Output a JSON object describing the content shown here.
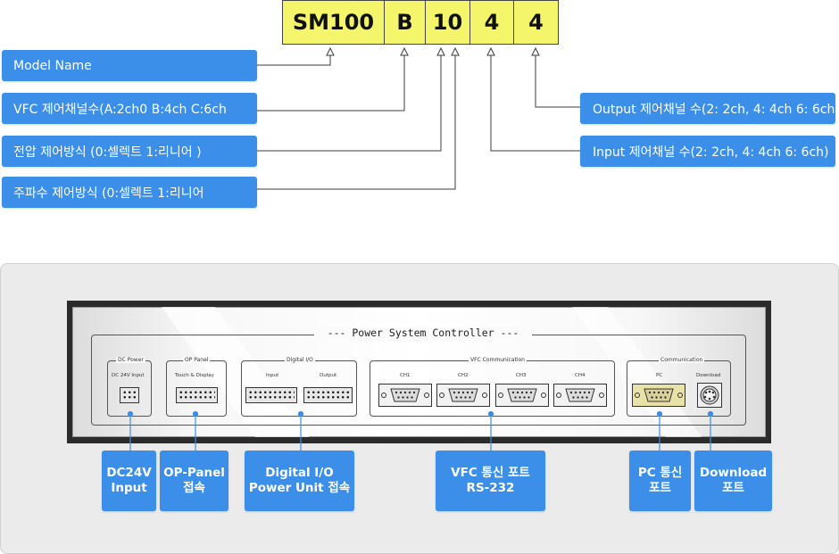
{
  "model_code": {
    "segments": [
      "SM100",
      "B",
      "10",
      "4",
      "4"
    ]
  },
  "left_labels": [
    "Model Name",
    "VFC 제어채널수(A:2ch0 B:4ch C:6ch",
    "전압 제어방식 (0:셀렉트 1:리니어 )",
    "주파수 제어방식 (0:셀렉트 1:리니어"
  ],
  "right_labels": [
    "Output 제어채널 수(2: 2ch, 4: 4ch 6: 6ch)",
    "Input 제어채널 수(2: 2ch, 4: 4ch 6: 6ch)"
  ],
  "device": {
    "title": "--- Power System Controller ---",
    "groups": {
      "dc_power": {
        "title": "DC Power",
        "sub": "DC 24V Input"
      },
      "op_panel": {
        "title": "OP Panel",
        "sub": "Touch & Display"
      },
      "digital_io": {
        "title": "Digital I/O",
        "input": "Input",
        "output": "Output"
      },
      "vfc": {
        "title": "VFC Communication",
        "channels": [
          "CH1",
          "CH2",
          "CH3",
          "CH4"
        ]
      },
      "communication": {
        "title": "Communication",
        "pc": "PC",
        "download": "Download"
      }
    }
  },
  "bottom_labels": [
    {
      "line1": "DC24V",
      "line2": "Input"
    },
    {
      "line1": "OP-Panel",
      "line2": "접속"
    },
    {
      "line1": "Digital I/O",
      "line2": "Power Unit 접속"
    },
    {
      "line1": "VFC 통신 포트",
      "line2": "RS-232"
    },
    {
      "line1": "PC 통신",
      "line2": "포트"
    },
    {
      "line1": "Download",
      "line2": "포트"
    }
  ],
  "colors": {
    "code_box_fill": "#f5f56b",
    "label_blue": "#3b8fe8",
    "connector_line": "#3b3b3b",
    "pc_port_fill": "#d8d29a"
  }
}
